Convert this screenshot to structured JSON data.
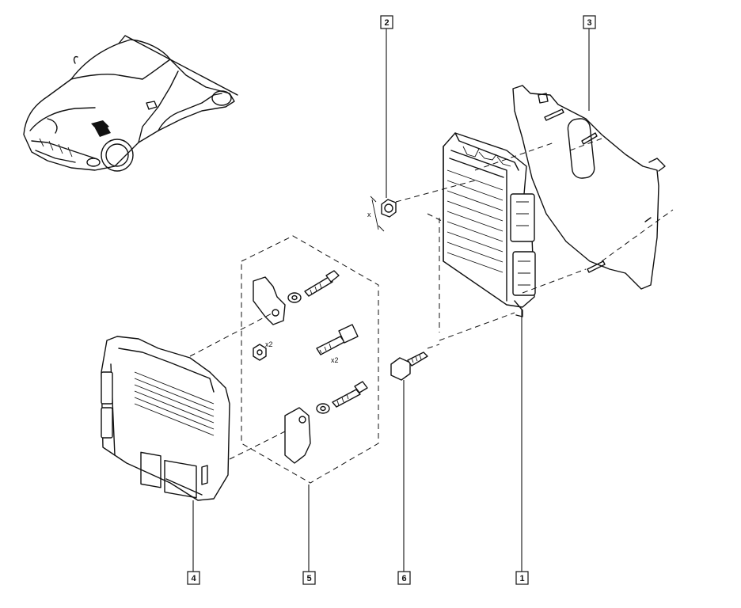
{
  "callouts": [
    {
      "id": "1",
      "label": "1"
    },
    {
      "id": "2",
      "label": "2"
    },
    {
      "id": "3",
      "label": "3"
    },
    {
      "id": "4",
      "label": "4"
    },
    {
      "id": "5",
      "label": "5"
    },
    {
      "id": "6",
      "label": "6"
    }
  ],
  "annotations": {
    "qty_nut": "x2",
    "qty_stud": "x2",
    "torque_mark": "x"
  }
}
